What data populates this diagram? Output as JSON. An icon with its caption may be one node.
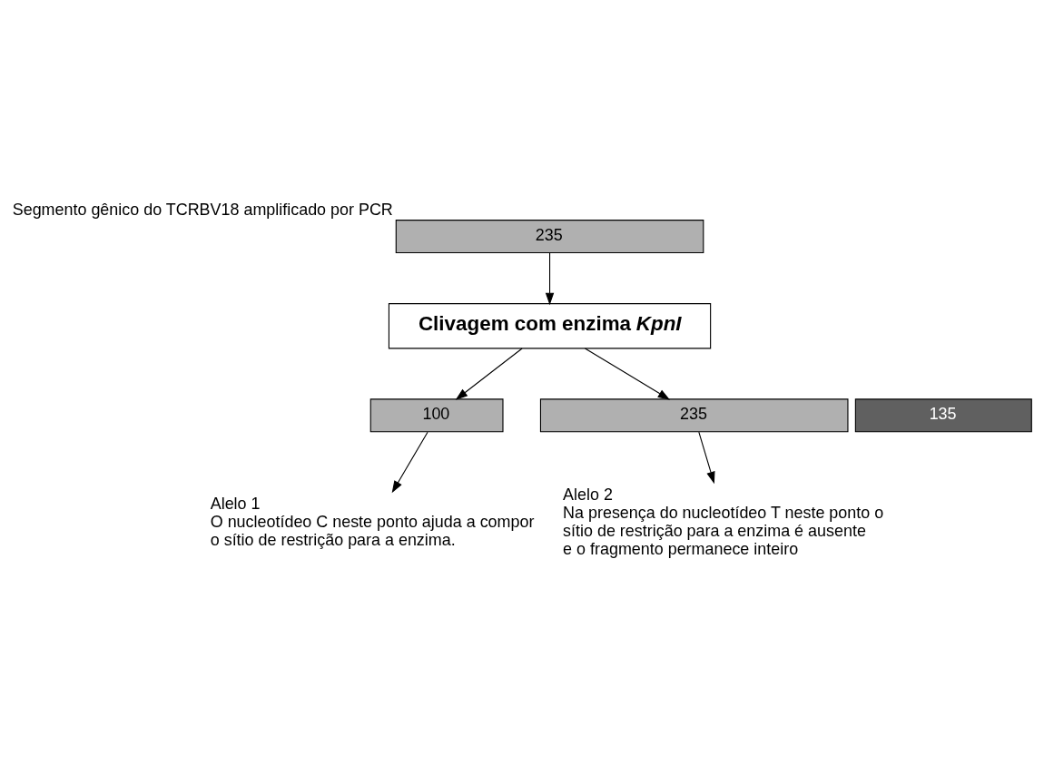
{
  "diagram": {
    "nodes": [
      {
        "text": [
          "235"
        ],
        "beside": [
          "Segmento gênico do TCRBV18 amplificado por PCR"
        ]
      },
      {
        "text": [
          "Clivagem com enzima *KpnI*"
        ]
      },
      {
        "text": [
          "100"
        ]
      },
      {
        "text": [
          "135"
        ]
      },
      {
        "text": [
          "235"
        ]
      },
      {
        "text": [
          "Alelo 1",
          "O nucleotídeo C neste ponto ajuda a compor o sítio de restrição para a enzima."
        ]
      },
      {
        "text": [
          "Alelo 2",
          "Na presença do nucleotídeo T neste ponto o sítio de restrição para a enzima é ausente e o fragmento permanece inteiro"
        ]
      }
    ],
    "edges": [
      {
        "from": 0,
        "to": 1,
        "arrow": "to"
      },
      {
        "from": 1,
        "to": 2,
        "arrow": "to"
      },
      {
        "from": 1,
        "to": 4,
        "arrow": "to"
      },
      {
        "from": 2,
        "to": 5,
        "arrow": "to"
      },
      {
        "from": 4,
        "to": 6,
        "arrow": "to"
      }
    ]
  }
}
